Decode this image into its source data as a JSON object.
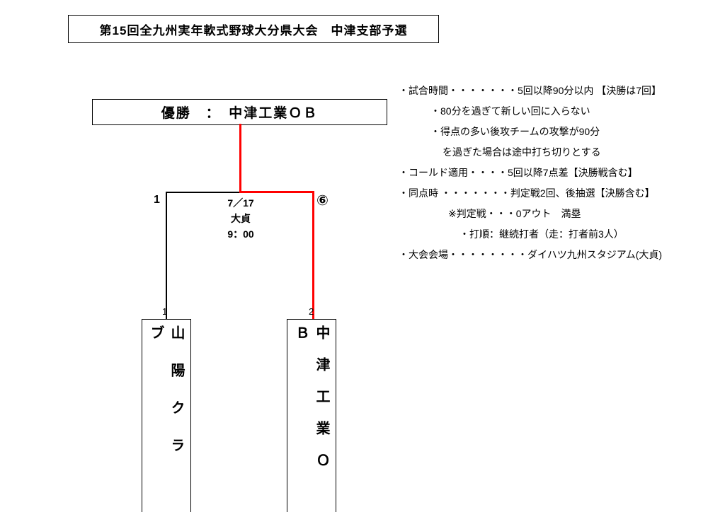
{
  "page": {
    "title": "第15回全九州実年軟式野球大分県大会　中津支部予選"
  },
  "winner": {
    "label": "優勝　：　中津工業ＯＢ"
  },
  "bracket": {
    "match": {
      "date": "7／17",
      "venue": "大貞",
      "time": "9：00",
      "left_score": "1",
      "right_score": "⑥"
    },
    "teams": [
      {
        "seed": "1",
        "name": "山陽クラブ"
      },
      {
        "seed": "2",
        "name": "中津工業ＯＢ"
      }
    ]
  },
  "notes": {
    "lines": [
      {
        "text": "・試合時間・・・・・・・5回以降90分以内 【決勝は7回】"
      },
      {
        "text": "・80分を過ぎて新しい回に入らない"
      },
      {
        "text": "・得点の多い後攻チームの攻撃が90分"
      },
      {
        "text": "を過ぎた場合は途中打ち切りとする"
      },
      {
        "text": "・コールド適用・・・・5回以降7点差【決勝戦含む】"
      },
      {
        "text": "・同点時 ・・・・・・・判定戦2回、後抽選【決勝含む】"
      },
      {
        "text": "※判定戦・・・0アウト　満塁"
      },
      {
        "text": "・打順：継続打者（走：打者前3人）"
      },
      {
        "text": "・大会会場・・・・・・・・ダイハツ九州スタジアム(大貞)"
      }
    ]
  },
  "colors": {
    "winner_path": "#ff0000",
    "line": "#000000"
  }
}
